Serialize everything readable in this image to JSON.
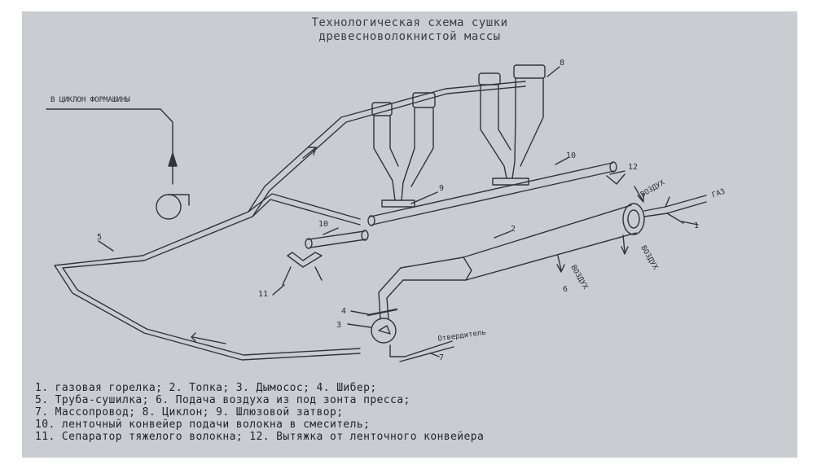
{
  "diagram": {
    "title_line1": "Технологическая схема сушки",
    "title_line2": "древесноволокнистой массы",
    "labels": {
      "to_forming_cyclone": "В ЦИКЛОН ФОРМАШИНЫ",
      "air_top": "ВОЗДУХ",
      "gas": "ГАЗ",
      "air_right": "ВОЗДУХ",
      "air_bottom": "ВОЗДУХ",
      "hardener": "Отвердитель"
    },
    "numbers": {
      "n1": "1",
      "n2": "2",
      "n3": "3",
      "n4": "4",
      "n5": "5",
      "n6": "6",
      "n7": "7",
      "n8": "8",
      "n9": "9",
      "n10_top": "10",
      "n10_left": "10",
      "n11": "11",
      "n12": "12"
    }
  },
  "legend": [
    "1. газовая горелка; 2. Топка; 3. Дымосос; 4. Шибер;",
    "5. Труба-сушилка; 6. Подача воздуха из под зонта пресса;",
    "7. Массопровод; 8. Циклон; 9. Шлюзовой затвор;",
    "10. ленточный конвейер подачи волокна в смеситель;",
    "11. Сепаратор тяжелого волокна; 12. Вытяжка от ленточного конвейера"
  ]
}
